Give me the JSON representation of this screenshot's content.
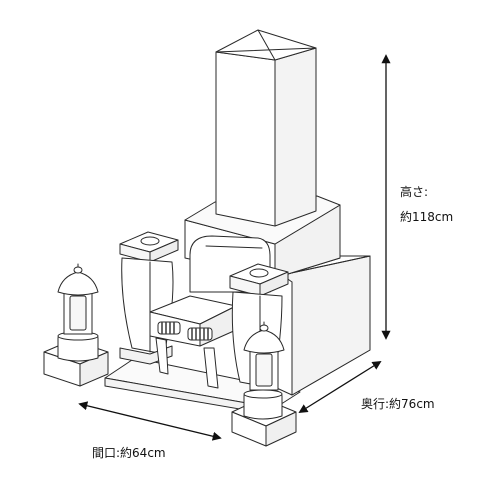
{
  "colors": {
    "stroke": "#2a2a2a",
    "stone": "#ffffff",
    "stone_shade": "#f1f1f1",
    "arrow": "#111111",
    "label": "#111111"
  },
  "dimensions": {
    "height_label": "高さ:",
    "height_value": "約118cm",
    "depth": "奥行:約76cm",
    "width": "間口:約64cm"
  }
}
